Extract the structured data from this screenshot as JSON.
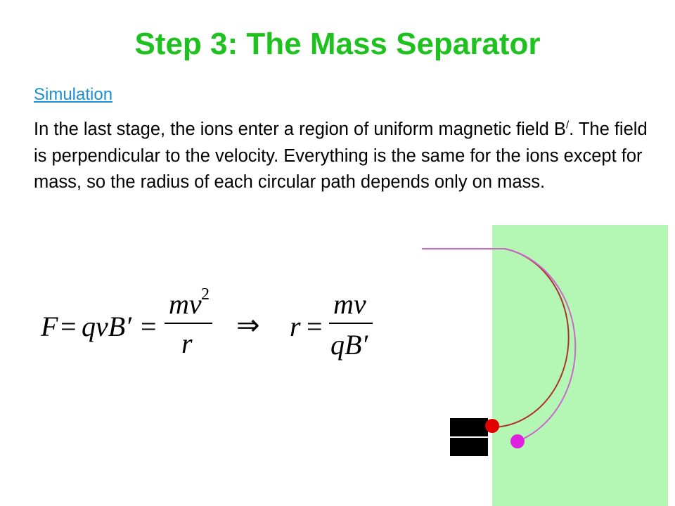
{
  "slide": {
    "title": "Step 3: The Mass Separator",
    "link_label": "Simulation",
    "paragraph": {
      "part1": "In the last stage, the ions enter a region of uniform magnetic field B",
      "superscript": "/",
      "part2": ". The field is perpendicular to the velocity. Everything is the same for the ions except for mass, so the radius of each circular path depends only on mass."
    }
  },
  "equation": {
    "lhs_F": "F",
    "eq": "=",
    "qvB": "qvB′",
    "mv": "mv",
    "exp2": "2",
    "r": "r",
    "implies": "⇒",
    "rhs_r": "r",
    "mv2": "mv",
    "qB": "qB′"
  },
  "colors": {
    "title": "#1ec21e",
    "link": "#1b8fd0",
    "field_region": "#b4f7b4",
    "heavy_ion": "#e020e0",
    "light_ion": "#e00000",
    "light_path": "#b03030",
    "heavy_path": "#cc66cc",
    "detector": "#000000"
  }
}
